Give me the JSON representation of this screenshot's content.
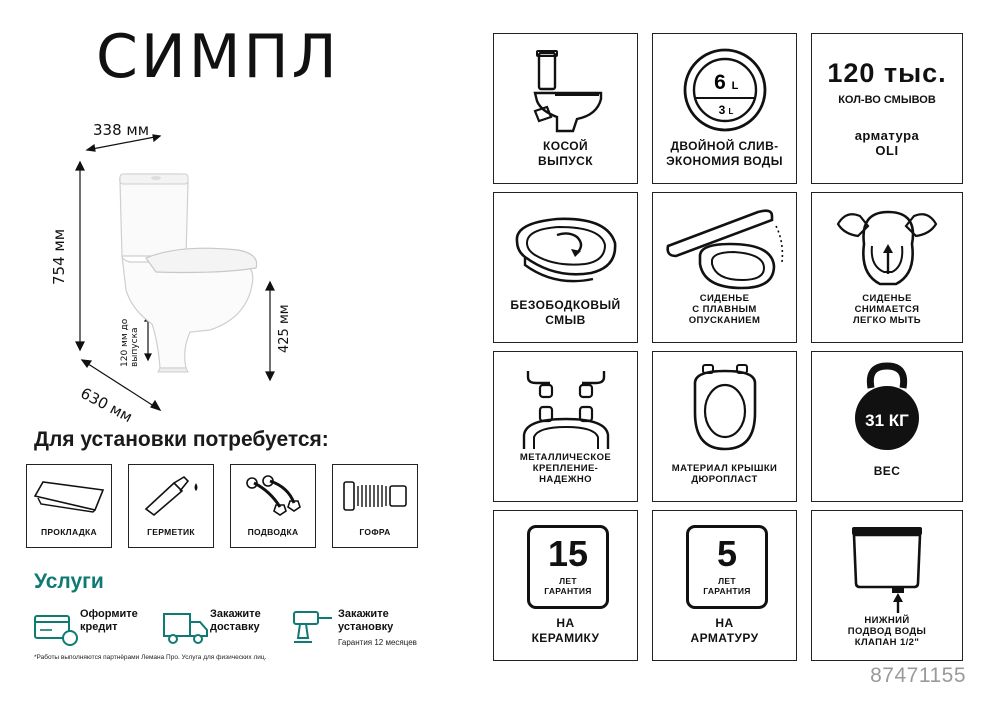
{
  "title": "СИМПЛ",
  "dimensions": {
    "width": "338 мм",
    "height": "754 мм",
    "seat_height": "425 мм",
    "depth": "630 мм",
    "outlet_height": "120 мм до выпуска"
  },
  "install": {
    "heading": "Для установки потребуется:",
    "items": [
      {
        "label": "ПРОКЛАДКА",
        "icon": "gasket-icon"
      },
      {
        "label": "ГЕРМЕТИК",
        "icon": "sealant-tube-icon"
      },
      {
        "label": "ПОДВОДКА",
        "icon": "flex-hose-icon"
      },
      {
        "label": "ГОФРА",
        "icon": "corrugated-pipe-icon"
      }
    ]
  },
  "services": {
    "heading": "Услуги",
    "items": [
      {
        "line1": "Оформите",
        "line2": "кредит",
        "sub": "",
        "icon": "credit-card-icon"
      },
      {
        "line1": "Закажите",
        "line2": "доставку",
        "sub": "",
        "icon": "delivery-truck-icon"
      },
      {
        "line1": "Закажите",
        "line2": "установку",
        "sub": "Гарантия 12 месяцев",
        "icon": "drill-icon"
      }
    ],
    "footnote": "*Работы выполняются партнёрами Лемана Про. Услуга для физических лиц."
  },
  "features": {
    "oblique_outlet": {
      "line1": "КОСОЙ",
      "line2": "ВЫПУСК"
    },
    "dual_flush": {
      "line1": "ДВОЙНОЙ СЛИВ-",
      "line2": "ЭКОНОМИЯ ВОДЫ",
      "full": "6",
      "full_unit": "L",
      "half": "3",
      "half_unit": "L"
    },
    "flush_count": {
      "number": "120 тыс.",
      "label": "КОЛ-ВО СМЫВОВ",
      "line1": "арматура",
      "line2": "OLI"
    },
    "rimless": {
      "line1": "БЕЗОБОДКОВЫЙ",
      "line2": "СМЫВ"
    },
    "soft_close": {
      "line1": "СИДЕНЬЕ",
      "line2": "С ПЛАВНЫМ",
      "line3": "ОПУСКАНИЕМ"
    },
    "removable_seat": {
      "line1": "СИДЕНЬЕ",
      "line2": "СНИМАЕТСЯ",
      "line3": "ЛЕГКО МЫТЬ"
    },
    "metal_fix": {
      "line1": "МЕТАЛЛИЧЕСКОЕ",
      "line2": "КРЕПЛЕНИЕ-",
      "line3": "НАДЕЖНО"
    },
    "lid_material": {
      "line1": "МАТЕРИАЛ КРЫШКИ",
      "line2": "ДЮРОПЛАСТ"
    },
    "weight": {
      "value": "31 КГ",
      "label": "ВЕС"
    },
    "ceramic_warranty": {
      "number": "15",
      "sub1": "ЛЕТ",
      "sub2": "ГАРАНТИЯ",
      "line1": "НА",
      "line2": "КЕРАМИКУ"
    },
    "fittings_warranty": {
      "number": "5",
      "sub1": "ЛЕТ",
      "sub2": "ГАРАНТИЯ",
      "line1": "НА",
      "line2": "АРМАТУРУ"
    },
    "bottom_supply": {
      "line1": "НИЖНИЙ",
      "line2": "ПОДВОД ВОДЫ",
      "line3": "КЛАПАН 1/2\""
    }
  },
  "sku": "87471155",
  "colors": {
    "accent": "#0f7a74",
    "sku_gray": "#9a9a9a"
  }
}
